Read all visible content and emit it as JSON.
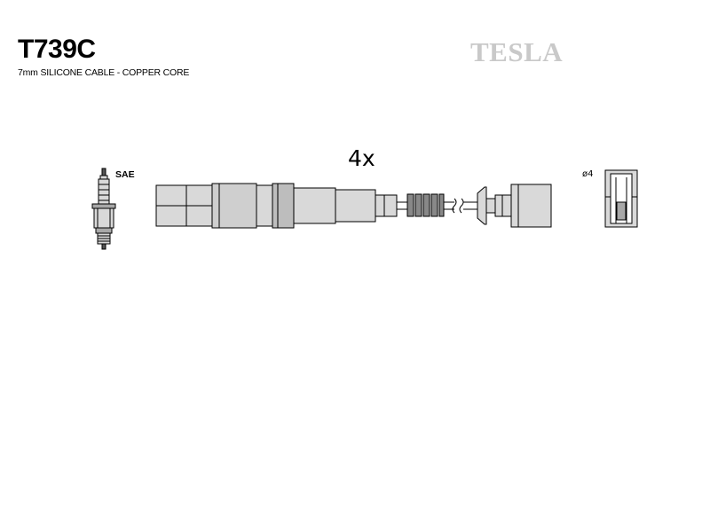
{
  "header": {
    "part_number": "T739C",
    "subtitle": "7mm SILICONE CABLE - COPPER CORE",
    "brand": "TESLA"
  },
  "diagram": {
    "quantity_label": "4x",
    "spark_plug_label": "SAE",
    "terminal_label": "ø4"
  },
  "colors": {
    "line": "#000000",
    "part_fill": "#d9d9d9",
    "part_fill_dark": "#a8a8a8",
    "brand_logo": "#c9c9c9"
  }
}
